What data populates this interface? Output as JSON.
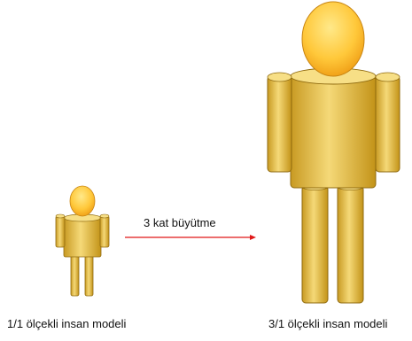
{
  "labels": {
    "small_model": "1/1 ölçekli insan modeli",
    "large_model": "3/1 ölçekli insan modeli",
    "arrow": "3 kat büyütme"
  },
  "colors": {
    "body_fill": "#e3b840",
    "body_dark": "#b68a17",
    "body_light": "#f7df86",
    "outline": "#8f6a0f",
    "head_light": "#ffe07a",
    "head_dark": "#f0a020",
    "arrow": "#e01818"
  },
  "scale_factor": 3
}
